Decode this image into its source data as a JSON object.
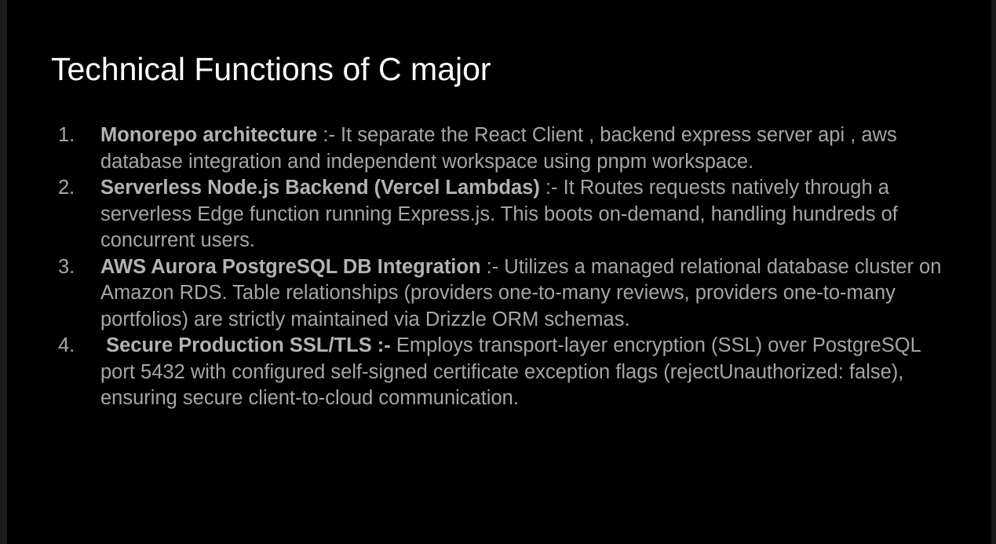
{
  "slide": {
    "title": "Technical Functions of C major",
    "items": [
      {
        "number": "1.",
        "heading": "Monorepo architecture",
        "body": " :- It separate the React Client , backend express server api , aws database integration and independent workspace using pnpm workspace."
      },
      {
        "number": "2.",
        "heading": "Serverless Node.js Backend (Vercel Lambdas)",
        "body": " :- It Routes requests natively through a serverless Edge function running Express.js. This boots on-demand, handling hundreds of concurrent users."
      },
      {
        "number": "3.",
        "heading": "AWS Aurora PostgreSQL DB Integration",
        "body": " :- Utilizes a managed relational database cluster on Amazon RDS. Table relationships (providers one-to-many reviews, providers one-to-many portfolios) are strictly maintained via Drizzle ORM schemas."
      },
      {
        "number": "4.",
        "heading": " Secure Production SSL/TLS :-",
        "body": " Employs transport-layer encryption (SSL) over PostgreSQL port 5432 with configured self-signed certificate exception flags (rejectUnauthorized: false), ensuring secure client-to-cloud communication."
      }
    ]
  }
}
